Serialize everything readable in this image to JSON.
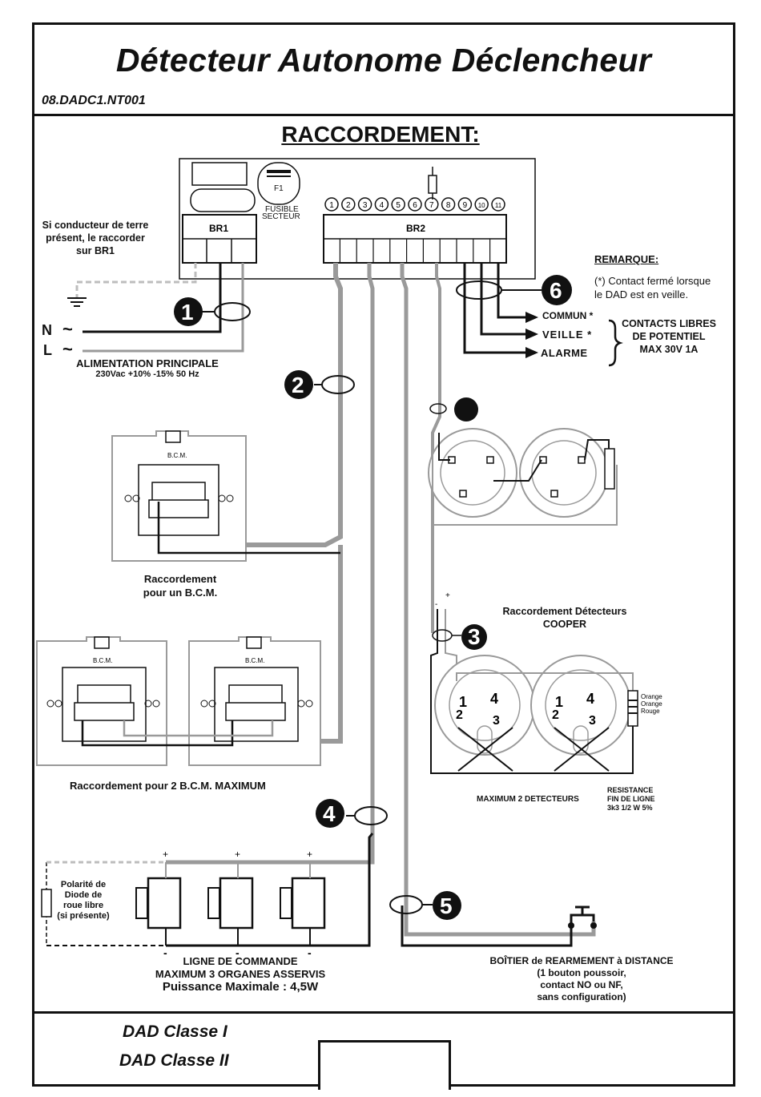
{
  "header": {
    "title": "Détecteur Autonome Déclencheur",
    "doc_ref": "08.DADC1.NT001"
  },
  "section_title": "RACCORDEMENT:",
  "terminal_block_1": {
    "label": "BR1"
  },
  "terminal_block_2": {
    "label": "BR2",
    "terminals": [
      "1",
      "2",
      "3",
      "4",
      "5",
      "6",
      "7",
      "8",
      "9",
      "10",
      "11"
    ]
  },
  "fuse": {
    "label": "F1",
    "caption_line1": "FUSIBLE",
    "caption_line2": "SECTEUR"
  },
  "earth_note": {
    "line1": "Si conducteur de terre",
    "line2": "présent, le raccorder",
    "line3": "sur BR1"
  },
  "power": {
    "n_label": "N",
    "l_label": "L",
    "tilde": "~",
    "title": "ALIMENTATION PRINCIPALE",
    "spec": "230Vac +10% -15% 50 Hz"
  },
  "remark": {
    "title": "REMARQUE:",
    "line1": "(*) Contact fermé lorsque",
    "line2": "le DAD est en veille."
  },
  "contacts": {
    "commun": "COMMUN *",
    "veille": "VEILLE *",
    "alarme": "ALARME",
    "note_line1": "CONTACTS LIBRES",
    "note_line2": "DE POTENTIEL",
    "note_line3": "MAX 30V 1A"
  },
  "markers": [
    "1",
    "2",
    "3",
    "4",
    "5",
    "6"
  ],
  "bcm": {
    "label": "B.C.M.",
    "single_line1": "Raccordement",
    "single_line2": "pour un B.C.M.",
    "double_caption": "Raccordement pour 2 B.C.M. MAXIMUM"
  },
  "cooper": {
    "title_line1": "Raccordement Détecteurs",
    "title_line2": "COOPER",
    "max_caption": "MAXIMUM 2 DETECTEURS",
    "resistor_title_line1": "RESISTANCE",
    "resistor_title_line2": "FIN DE LIGNE",
    "resistor_value": "3k3 1/2 W 5%",
    "colors": [
      "Orange",
      "Orange",
      "Rouge"
    ],
    "terminal_numbers": [
      "1",
      "2",
      "3",
      "4"
    ]
  },
  "control_line": {
    "diode_line1": "Polarité de",
    "diode_line2": "Diode de",
    "diode_line3": "roue libre",
    "diode_line4": "(si présente)",
    "title_line1": "LIGNE DE COMMANDE",
    "title_line2": "MAXIMUM 3 ORGANES ASSERVIS",
    "power": "Puissance Maximale : 4,5W",
    "plus": "+",
    "minus": "-"
  },
  "reset_box": {
    "line1": "BOÎTIER de REARMEMENT à DISTANCE",
    "line2": "(1 bouton poussoir,",
    "line3": "contact NO ou NF,",
    "line4": "sans configuration)"
  },
  "footer": {
    "class1": "DAD Classe I",
    "class2": "DAD Classe II"
  },
  "colors": {
    "ink": "#111111",
    "cable_grey": "#9a9a9a",
    "light_grey": "#bdbdbd"
  }
}
